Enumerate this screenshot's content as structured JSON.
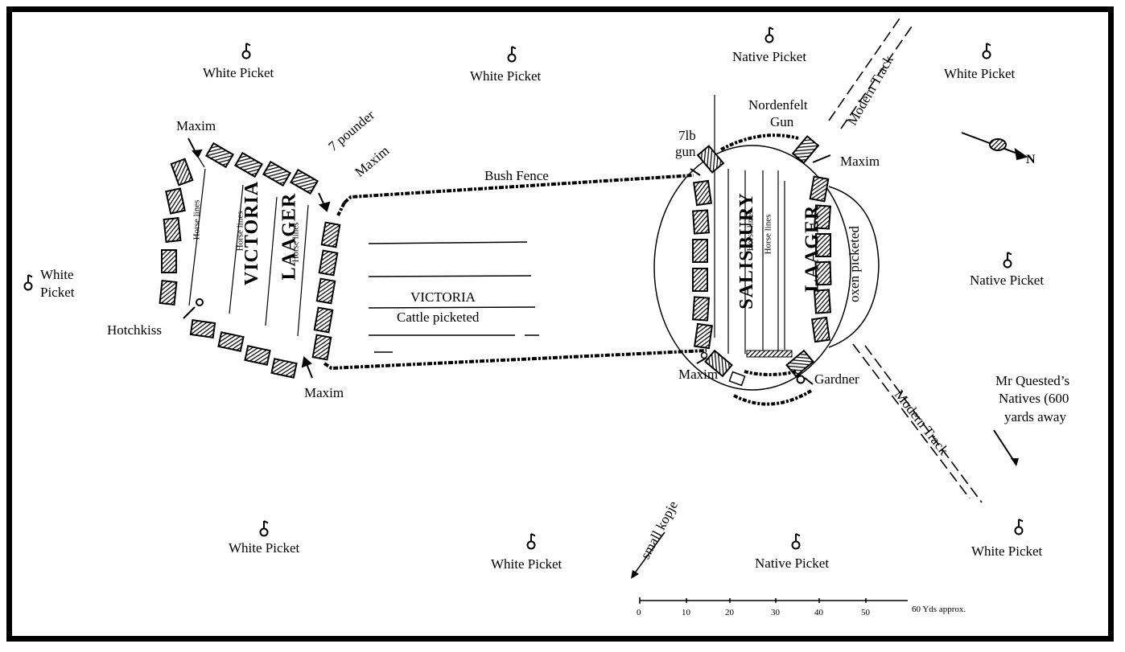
{
  "map": {
    "pickets": [
      {
        "label": "White Picket"
      },
      {
        "label": "White Picket"
      },
      {
        "label": "Native Picket"
      },
      {
        "label": "White Picket"
      },
      {
        "label": "White Picket"
      },
      {
        "label": "Native Picket"
      },
      {
        "label": "White Picket"
      },
      {
        "label": "White Picket"
      },
      {
        "label": "Native Picket"
      },
      {
        "label": "White Picket"
      }
    ],
    "left_picket": {
      "line1": "White",
      "line2": "Picket"
    },
    "victoria_laager": {
      "title1": "VICTORIA",
      "title2": "LAAGER",
      "horse_lines": "Horse lines"
    },
    "salisbury_laager": {
      "title1": "SALISBURY",
      "title2": "LAAGER",
      "horse_lines": "Horse lines"
    },
    "cattle_area": {
      "line1": "VICTORIA",
      "line2": "Cattle picketed"
    },
    "bush_fence": "Bush Fence",
    "oxen_picketed": "oxen picketed",
    "guns": {
      "maxim": "Maxim",
      "seven_pounder": "7 pounder",
      "seven_lb_line1": "7lb",
      "seven_lb_line2": "gun",
      "nordenfelt_line1": "Nordenfelt",
      "nordenfelt_line2": "Gun",
      "hotchkiss": "Hotchkiss",
      "gardner": "Gardner"
    },
    "modern_track": "Modern Track",
    "small_kopje": "small kopje",
    "quested": {
      "line1": "Mr Quested’s",
      "line2": "Natives (600",
      "line3": "yards away"
    },
    "north_label": "N",
    "scale": {
      "ticks": [
        "0",
        "10",
        "20",
        "30",
        "40",
        "50"
      ],
      "unit": "60 Yds approx."
    }
  }
}
